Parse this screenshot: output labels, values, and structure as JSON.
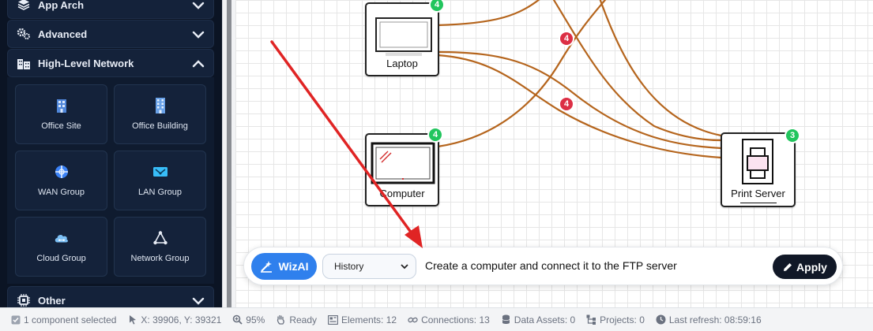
{
  "sidebar": {
    "sections": [
      {
        "label": "App Arch",
        "icon": "layers-icon",
        "expanded": false
      },
      {
        "label": "Advanced",
        "icon": "gears-icon",
        "expanded": false
      },
      {
        "label": "High-Level Network",
        "icon": "city-icon",
        "expanded": true
      },
      {
        "label": "Other",
        "icon": "chip-icon",
        "expanded": false
      }
    ],
    "tiles": [
      {
        "label": "Office Site",
        "icon": "building-icon"
      },
      {
        "label": "Office Building",
        "icon": "building-icon"
      },
      {
        "label": "WAN Group",
        "icon": "globe-icon"
      },
      {
        "label": "LAN Group",
        "icon": "network-icon"
      },
      {
        "label": "Cloud Group",
        "icon": "cloud-icon"
      },
      {
        "label": "Network Group",
        "icon": "triangle-network-icon"
      }
    ]
  },
  "canvas": {
    "nodes": {
      "laptop": {
        "label": "Laptop",
        "badge": "4"
      },
      "computer": {
        "label": "Computer",
        "badge": "4"
      },
      "print_server": {
        "label": "Print Server",
        "badge": "3"
      }
    },
    "wire_badges": [
      "4",
      "4"
    ],
    "colors": {
      "wire": "#b5651d",
      "badge_green": "#22c55e",
      "badge_red": "#dc2f45",
      "arrow": "#e02424"
    }
  },
  "wizai": {
    "button_label": "WizAI",
    "history_label": "History",
    "prompt": "Create a computer and connect it to the FTP server",
    "apply_label": "Apply"
  },
  "status": {
    "selected": "1 component selected",
    "coords": "X: 39906, Y: 39321",
    "zoom": "95%",
    "state": "Ready",
    "elements": "Elements: 12",
    "connections": "Connections: 13",
    "data_assets": "Data Assets: 0",
    "projects": "Projects: 0",
    "last_refresh": "Last refresh: 08:59:16"
  }
}
